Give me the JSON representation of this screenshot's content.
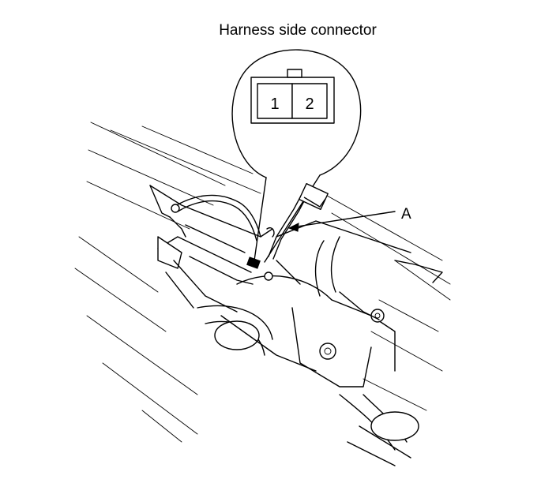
{
  "diagram": {
    "title": "Harness side connector",
    "pins": [
      "1",
      "2"
    ],
    "callout_label": "A"
  }
}
